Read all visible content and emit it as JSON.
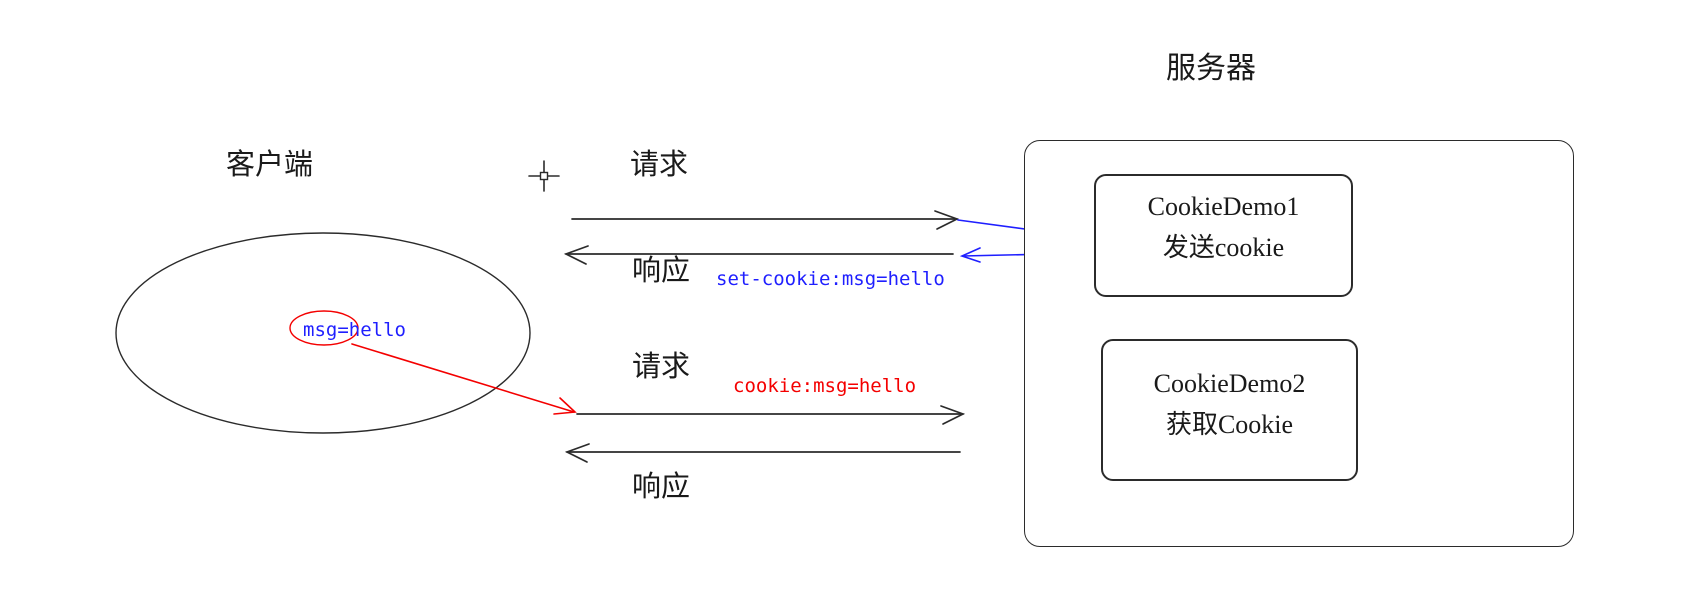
{
  "diagram": {
    "client": {
      "label": "客户端",
      "cookie_value": "msg=hello"
    },
    "server": {
      "label": "服务器",
      "servlet1": {
        "name": "CookieDemo1",
        "action": "发送cookie"
      },
      "servlet2": {
        "name": "CookieDemo2",
        "action": "获取Cookie"
      }
    },
    "exchange1": {
      "request_label": "请求",
      "response_label": "响应",
      "response_header": "set-cookie:msg=hello"
    },
    "exchange2": {
      "request_label": "请求",
      "request_header": "cookie:msg=hello",
      "response_label": "响应"
    },
    "colors": {
      "line": "#2b2b2b",
      "blue_accent": "#1f1fff",
      "red_accent": "#f40000",
      "background": "#ffffff"
    }
  }
}
